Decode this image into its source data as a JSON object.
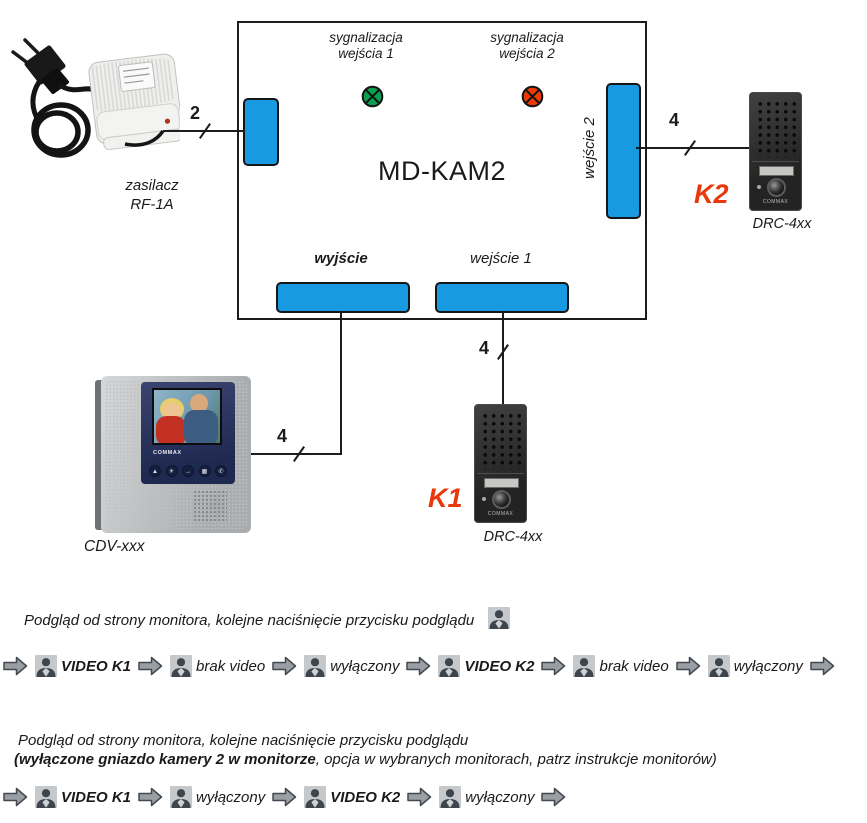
{
  "colors": {
    "port_blue": "#189ae0",
    "led_green": "#0aa04f",
    "led_red": "#ee3a07",
    "camera_tag": "#e8380c"
  },
  "psu": {
    "label_line1": "zasilacz",
    "label_line2": "RF-1A",
    "wire_count": "2"
  },
  "kam_box": {
    "title": "MD-KAM2",
    "led1": {
      "line1": "sygnalizacja",
      "line2": "wejścia 1"
    },
    "led2": {
      "line1": "sygnalizacja",
      "line2": "wejścia 2"
    },
    "port_out_label": "wyjście",
    "port_in1_label": "wejście 1",
    "port_in2_label": "wejście 2"
  },
  "monitor": {
    "model": "CDV-xxx",
    "brand": "COMMAX",
    "wire_count": "4",
    "buttons": [
      "▲",
      "☀",
      "→",
      "▦",
      "✆"
    ]
  },
  "camera_k1": {
    "tag": "K1",
    "model": "DRC-4xx",
    "brand": "COMMAX",
    "wire_count": "4"
  },
  "camera_k2": {
    "tag": "K2",
    "model": "DRC-4xx",
    "brand": "COMMAX",
    "wire_count": "4"
  },
  "section1": {
    "intro": "Podgląd od strony monitora, kolejne naciśnięcie przycisku podglądu",
    "sequence": [
      {
        "label": "VIDEO K1",
        "bold": true
      },
      {
        "label": "brak video",
        "bold": false
      },
      {
        "label": "wyłączony",
        "bold": false
      },
      {
        "label": "VIDEO K2",
        "bold": true
      },
      {
        "label": "brak video",
        "bold": false
      },
      {
        "label": "wyłączony",
        "bold": false
      }
    ]
  },
  "section2": {
    "intro_line1": "Podgląd od strony monitora, kolejne naciśnięcie przycisku podglądu",
    "intro_line2_bold": "(wyłączone gniazdo kamery 2 w monitorze",
    "intro_line2_rest": ", opcja w  wybranych monitorach, patrz instrukcje monitorów)",
    "sequence": [
      {
        "label": "VIDEO K1",
        "bold": true
      },
      {
        "label": "wyłączony",
        "bold": false
      },
      {
        "label": "VIDEO K2",
        "bold": true
      },
      {
        "label": "wyłączony",
        "bold": false
      }
    ]
  }
}
